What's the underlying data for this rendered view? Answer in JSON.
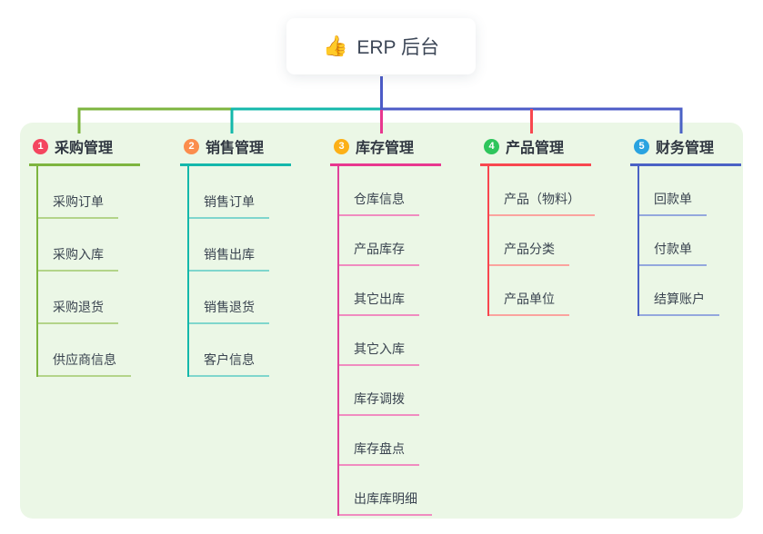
{
  "root": {
    "icon": "👍",
    "label": "ERP 后台"
  },
  "branches": [
    {
      "num": "1",
      "label": "采购管理",
      "line_color": "#7db53f",
      "badge_color": "#f4465f",
      "children": [
        "采购订单",
        "采购入库",
        "采购退货",
        "供应商信息"
      ]
    },
    {
      "num": "2",
      "label": "销售管理",
      "line_color": "#14b8ab",
      "badge_color": "#fb8d4d",
      "children": [
        "销售订单",
        "销售出库",
        "销售退货",
        "客户信息"
      ]
    },
    {
      "num": "3",
      "label": "库存管理",
      "line_color": "#e8378f",
      "badge_color": "#fcb017",
      "children": [
        "仓库信息",
        "产品库存",
        "其它出库",
        "其它入库",
        "库存调拨",
        "库存盘点",
        "出库库明细"
      ]
    },
    {
      "num": "4",
      "label": "产品管理",
      "line_color": "#f8474f",
      "badge_color": "#2ec55c",
      "children": [
        "产品（物料）",
        "产品分类",
        "产品单位"
      ]
    },
    {
      "num": "5",
      "label": "财务管理",
      "line_color": "#4a62c5",
      "badge_color": "#29a3e0",
      "children": [
        "回款单",
        "付款单",
        "结算账户"
      ]
    }
  ],
  "colors": {
    "canvas_bg": "#ffffff",
    "panel_bg": "#ebf7e6",
    "root_connector": "#4c5bc7",
    "text_dark": "#2f3640",
    "text_item": "#3a4450"
  }
}
